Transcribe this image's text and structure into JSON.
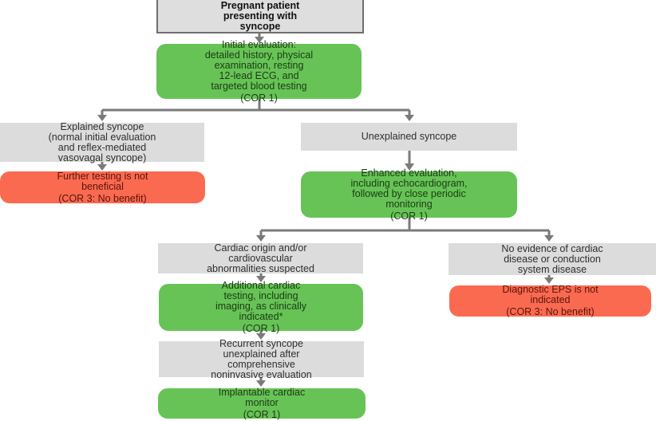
{
  "title": "Pregnant patient syncope evaluation flowchart",
  "colors": {
    "gray_node": "#dcdcdc",
    "green_node": "#67c356",
    "red_node": "#fa6a50",
    "connector": "#7a7a7a"
  },
  "nodes": {
    "start": {
      "lines": [
        "Pregnant patient",
        "presenting with",
        "syncope"
      ]
    },
    "initial_eval": {
      "lines": [
        "Initial evaluation:",
        "detailed history, physical",
        "examination, resting",
        "12-lead ECG, and",
        "targeted blood testing"
      ],
      "cor": "(COR 1)"
    },
    "explained": {
      "lines": [
        "Explained syncope",
        "(normal initial evaluation",
        "and reflex-mediated",
        "vasovagal syncope)"
      ]
    },
    "further_testing": {
      "lines": [
        "Further testing is not",
        "beneficial"
      ],
      "cor": "(COR 3: No benefit)"
    },
    "unexplained": {
      "lines": [
        "Unexplained syncope"
      ]
    },
    "enhanced_eval": {
      "lines": [
        "Enhanced evaluation,",
        "including echocardiogram,",
        "followed by close periodic",
        "monitoring"
      ],
      "cor": "(COR 1)"
    },
    "cardiac_origin": {
      "lines": [
        "Cardiac origin and/or",
        "cardiovascular",
        "abnormalities suspected"
      ]
    },
    "no_evidence": {
      "lines": [
        "No evidence of cardiac",
        "disease or conduction",
        "system disease"
      ]
    },
    "additional_testing": {
      "lines": [
        "Additional cardiac",
        "testing, including",
        "imaging, as clinically",
        "indicated*"
      ],
      "cor": "(COR 1)"
    },
    "eps_not_indicated": {
      "lines": [
        "Diagnostic EPS is not",
        "indicated"
      ],
      "cor": "(COR 3: No benefit)"
    },
    "recurrent": {
      "lines": [
        "Recurrent syncope",
        "unexplained after",
        "comprehensive",
        "noninvasive evaluation"
      ]
    },
    "implantable_monitor": {
      "lines": [
        "Implantable cardiac",
        "monitor"
      ],
      "cor": "(COR 1)"
    }
  }
}
